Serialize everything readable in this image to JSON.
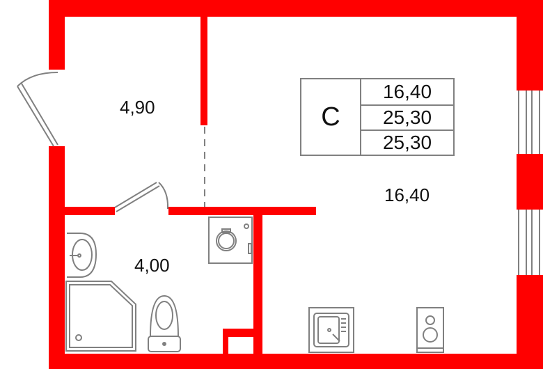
{
  "colors": {
    "wall": "#ff0000",
    "fixture": "#808080",
    "text": "#111111"
  },
  "apartment": {
    "type_code": "С",
    "areas": [
      "16,40",
      "25,30",
      "25,30"
    ]
  },
  "rooms": [
    {
      "name": "hallway",
      "area": "4,90"
    },
    {
      "name": "living-room",
      "area": "16,40"
    },
    {
      "name": "bathroom",
      "area": "4,00"
    }
  ],
  "fixtures": [
    "entrance-door",
    "interior-door",
    "washing-machine",
    "sink",
    "shower-cabin",
    "toilet",
    "kitchen-sink",
    "cooktop",
    "windows"
  ]
}
